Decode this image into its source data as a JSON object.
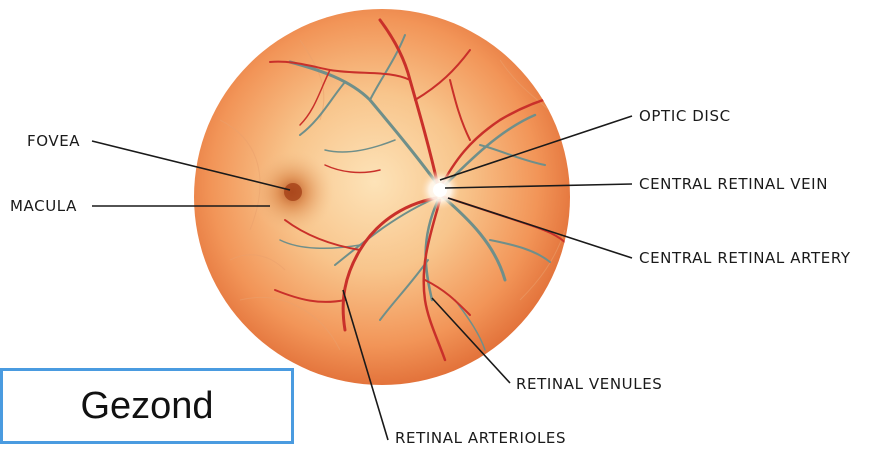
{
  "labels": {
    "fovea": "FOVEA",
    "macula": "MACULA",
    "optic_disc": "OPTIC DISC",
    "central_retinal_vein": "CENTRAL RETINAL VEIN",
    "central_retinal_artery": "CENTRAL RETINAL ARTERY",
    "retinal_venules": "RETINAL VENULES",
    "retinal_arterioles": "RETINAL ARTERIOLES"
  },
  "status_label": "Gezond",
  "colors": {
    "fundus_center": "#fbd9a7",
    "fundus_edge": "#e36a2d",
    "arteries": "#c9302a",
    "veins": "#6f8f8a",
    "status_border": "#4a9be0"
  }
}
